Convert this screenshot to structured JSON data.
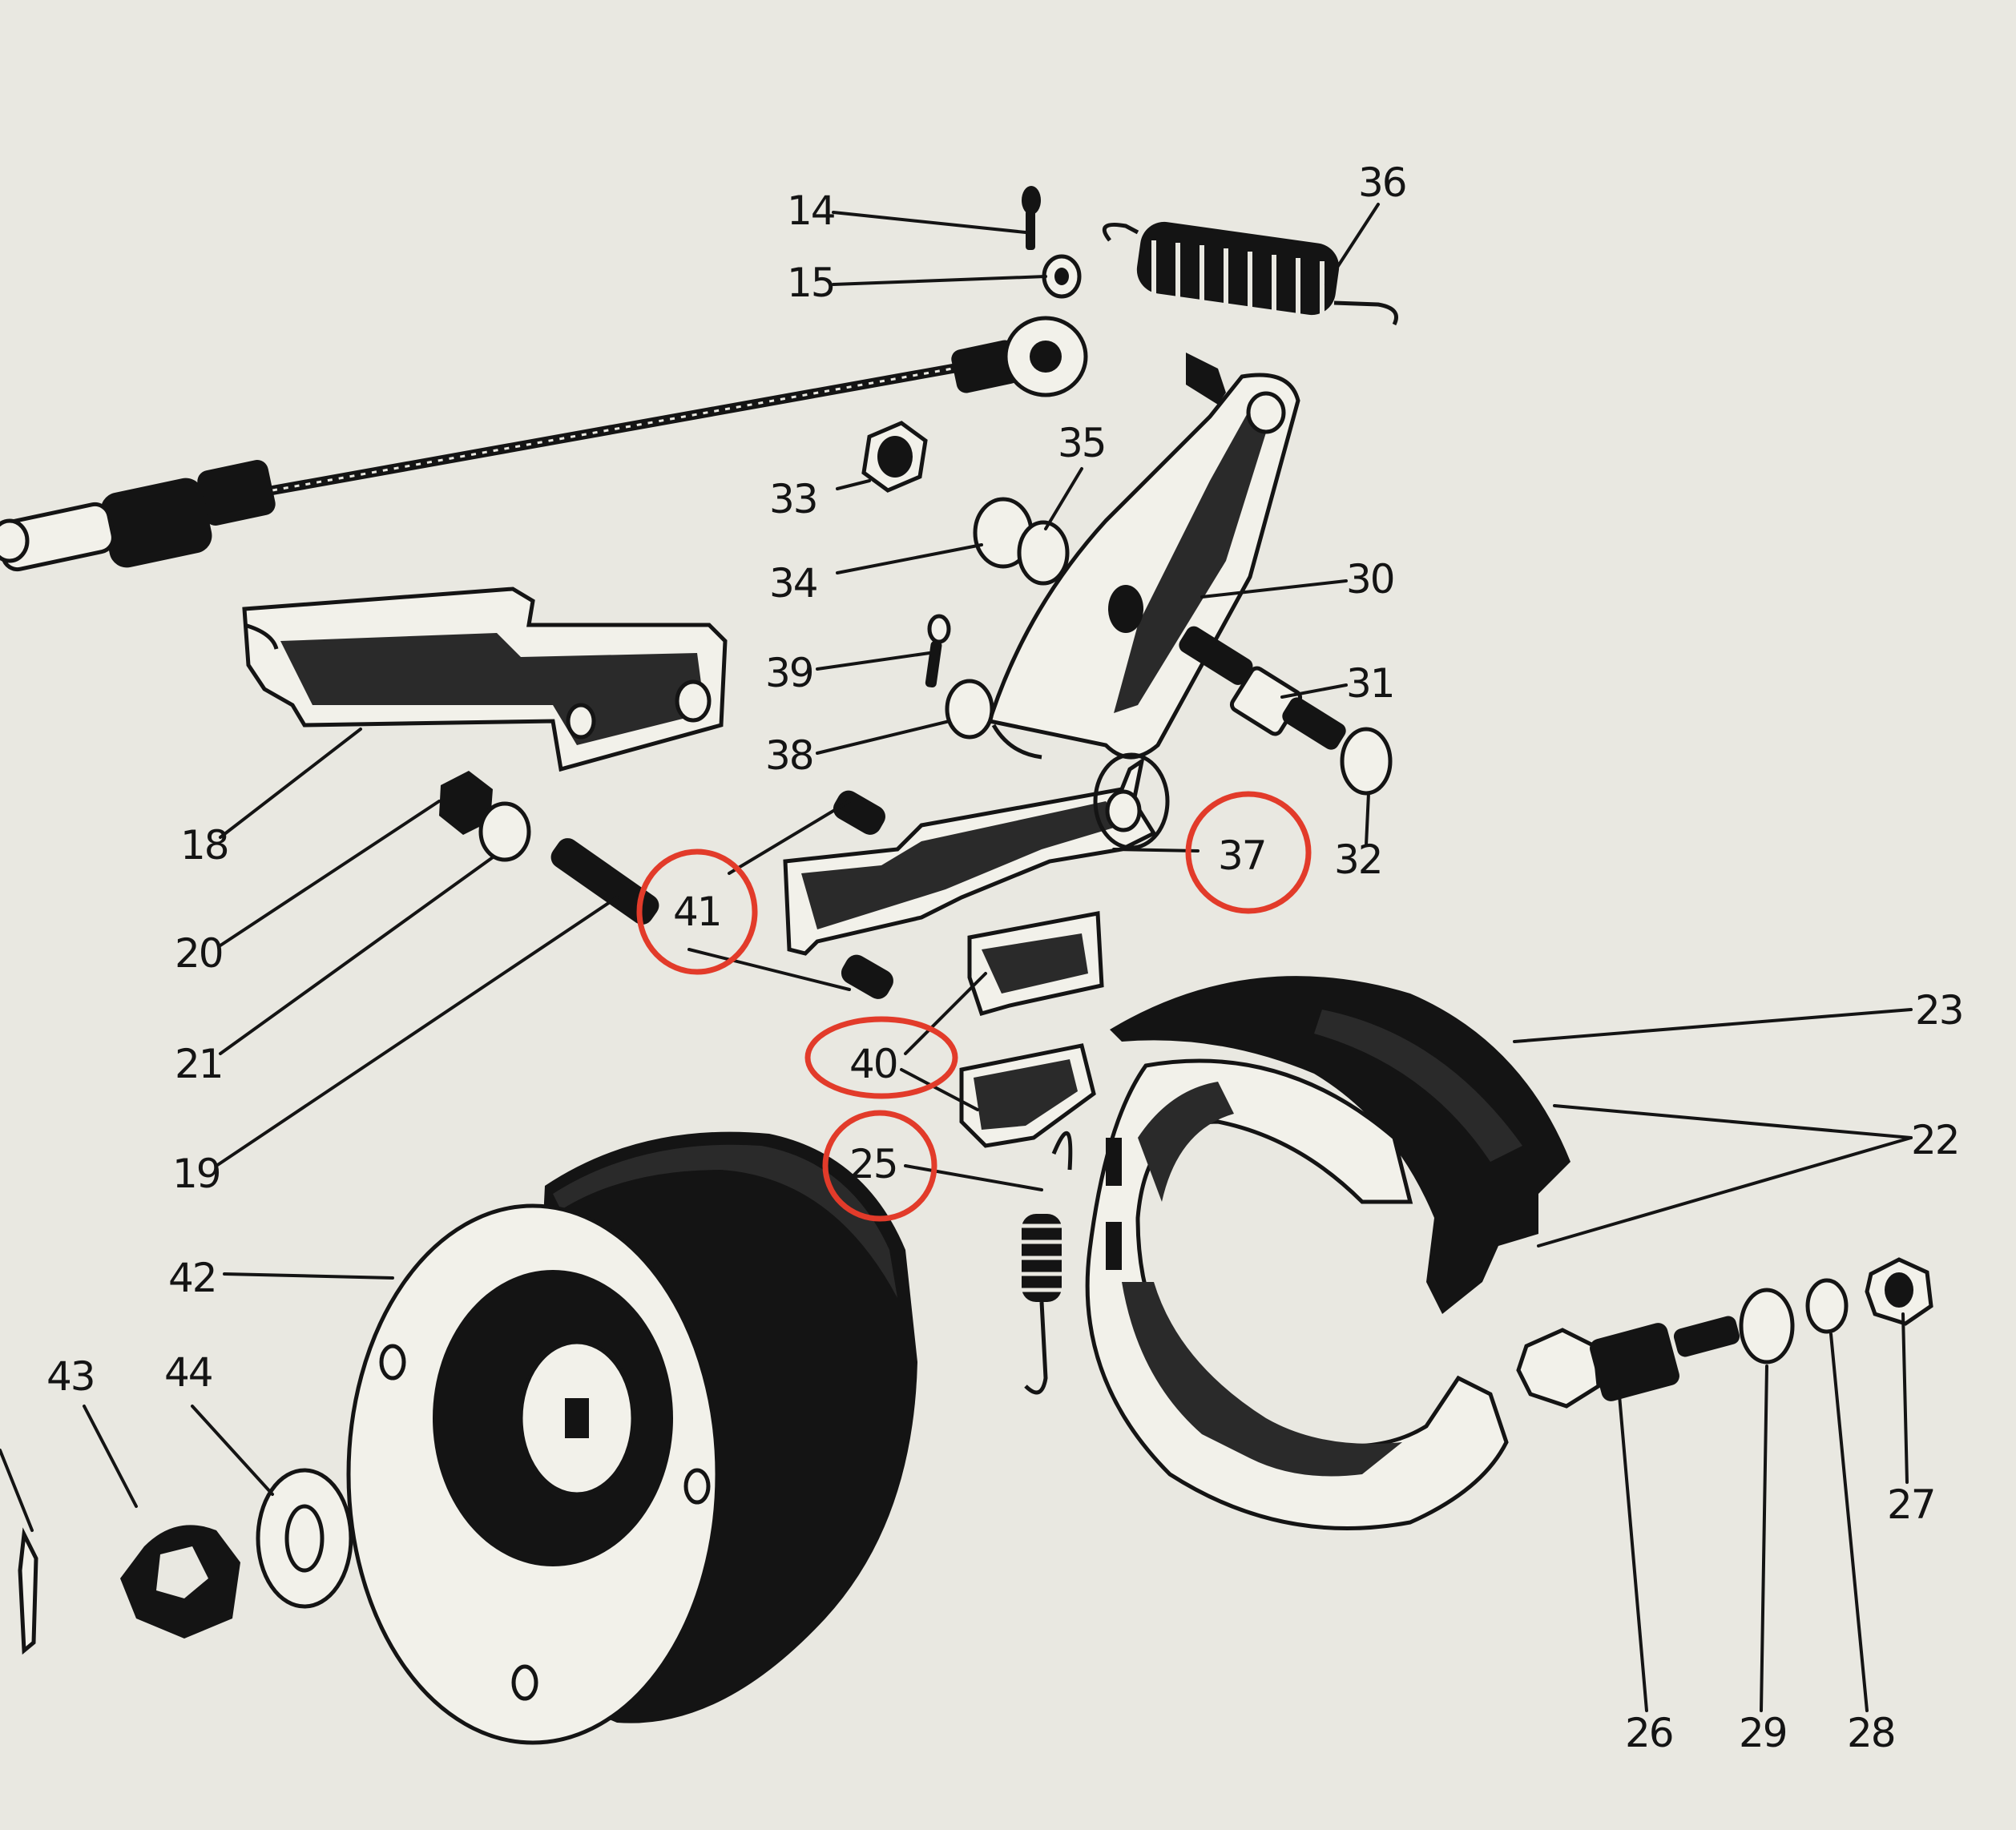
{
  "diagram": {
    "colors": {
      "background": "#e9e8e1",
      "ink": "#141414",
      "highlight": "#e23b2a"
    },
    "labels": {
      "p14": "14",
      "p15": "15",
      "p36": "36",
      "p35": "35",
      "p33": "33",
      "p34": "34",
      "p30": "30",
      "p39": "39",
      "p38": "38",
      "p31": "31",
      "p18": "18",
      "p37": "37",
      "p32": "32",
      "p41": "41",
      "p20": "20",
      "p21": "21",
      "p19": "19",
      "p40": "40",
      "p25": "25",
      "p23": "23",
      "p22": "22",
      "p42": "42",
      "p43": "43",
      "p44": "44",
      "p27": "27",
      "p26": "26",
      "p29": "29",
      "p28": "28"
    },
    "highlighted": [
      "37",
      "41",
      "40",
      "25"
    ]
  }
}
